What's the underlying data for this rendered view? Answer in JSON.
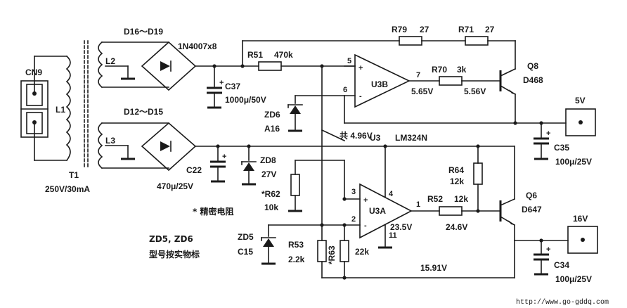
{
  "components": {
    "bridge_top": "D16～D19",
    "bridge_top_type": "1N4007x8",
    "bridge_bot": "D12～D15",
    "connector": "CN9",
    "primary": "L1",
    "winding_top": "L2",
    "winding_bot": "L3",
    "transformer": "T1",
    "transformer_rating": "250V/30mA",
    "r51": "R51",
    "r51_val": "470k",
    "r79": "R79",
    "r79_val": "27",
    "r71": "R71",
    "r71_val": "27",
    "r70": "R70",
    "r70_val": "3k",
    "q8": "Q8",
    "q8_type": "D468",
    "c37": "C37",
    "c37_val": "1000μ/50V",
    "zd6": "ZD6",
    "zd6_val": "A16",
    "u3b": "U3B",
    "u3a": "U3A",
    "u3": "U3",
    "u3_type": "LM324N",
    "c22": "C22",
    "c22_val": "470μ/25V",
    "zd8": "ZD8",
    "zd8_val": "27V",
    "r62": "*R62",
    "r62_val": "10k",
    "r64": "R64",
    "r64_val": "12k",
    "r52": "R52",
    "r52_val": "12k",
    "q6": "Q6",
    "q6_type": "D647",
    "zd5": "ZD5",
    "zd5_val": "C15",
    "r53": "R53",
    "r53_val": "2.2k",
    "r63": "*R63",
    "r63_val": "22k",
    "c35": "C35",
    "c35_val": "100μ/25V",
    "c34": "C34",
    "c34_val": "100μ/25V",
    "out_5v": "5V",
    "out_16v": "16V"
  },
  "voltages": {
    "u3b_out": "5.65V",
    "q8_base": "5.56V",
    "common": "共 4.96V",
    "u3a_out": "23.5V",
    "q6_base": "24.6V",
    "rail": "15.91V"
  },
  "pins": {
    "u3b_p5": "5",
    "u3b_p6": "6",
    "u3b_p7": "7",
    "u3a_p3": "3",
    "u3a_p2": "2",
    "u3a_p1": "1",
    "u3a_p4": "4",
    "u3a_p11": "11",
    "plus": "+",
    "minus": "-"
  },
  "notes": {
    "precision": "* 精密电阻",
    "zd_note_1": "ZD5, ZD6",
    "zd_note_2": "型号按实物标",
    "url": "http://www.go-gddq.com"
  }
}
